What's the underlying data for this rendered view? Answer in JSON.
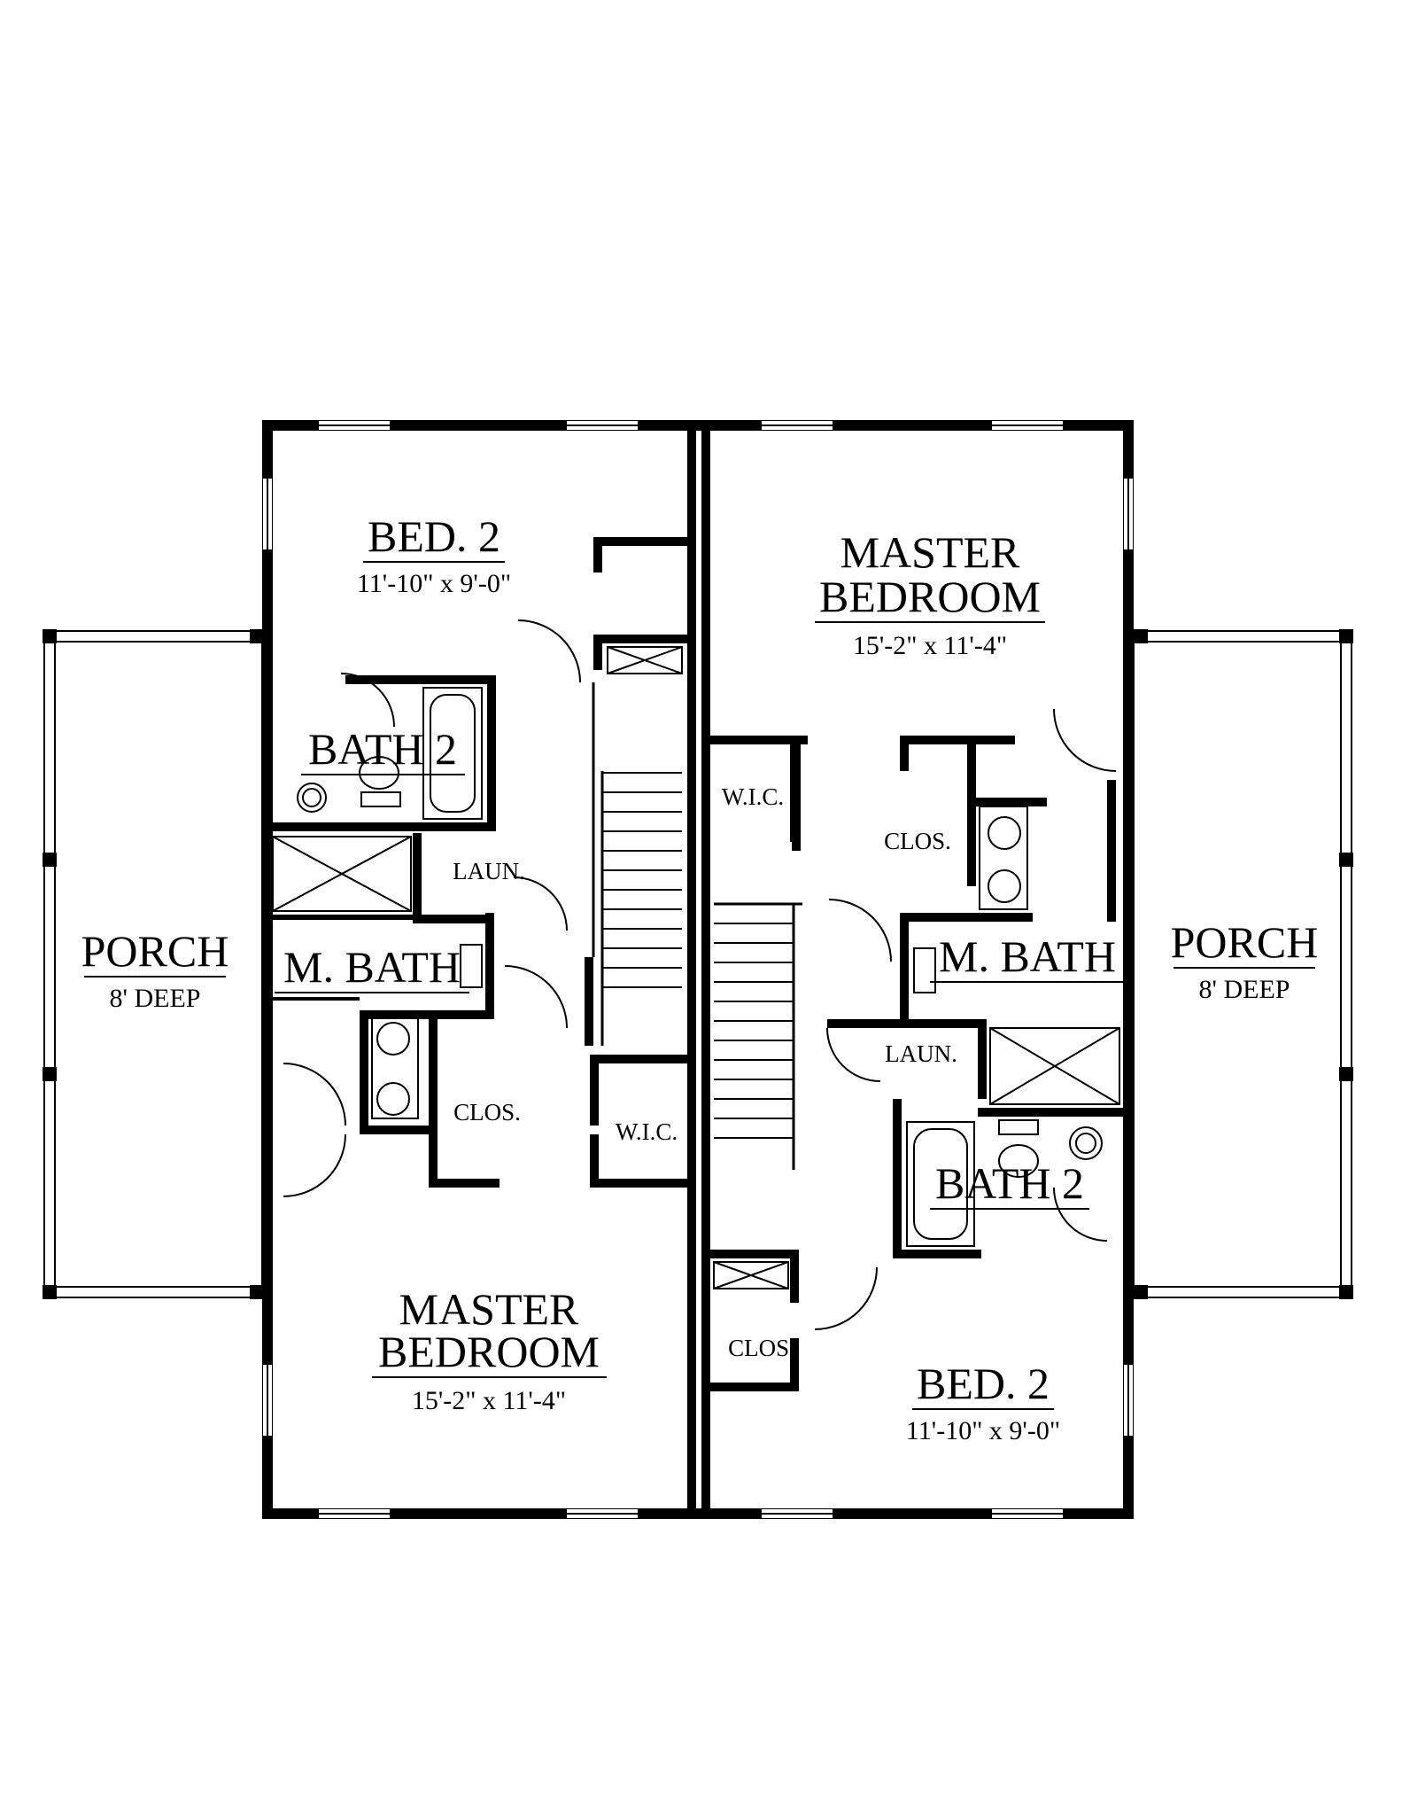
{
  "plan": {
    "units": [
      {
        "porch": {
          "name": "PORCH",
          "size": "8' DEEP"
        },
        "bed2": {
          "name": "BED. 2",
          "size": "11'-10\" x 9'-0\""
        },
        "bath2": {
          "name": "BATH 2"
        },
        "laundry": {
          "name": "LAUN."
        },
        "master_bath": {
          "name": "M. BATH"
        },
        "closet": {
          "name": "CLOS."
        },
        "wic": {
          "name": "W.I.C."
        },
        "master_bedroom": {
          "name_line1": "MASTER",
          "name_line2": "BEDROOM",
          "size": "15'-2\" x 11'-4\""
        }
      },
      {
        "porch": {
          "name": "PORCH",
          "size": "8' DEEP"
        },
        "bed2": {
          "name": "BED. 2",
          "size": "11'-10\" x 9'-0\""
        },
        "bath2": {
          "name": "BATH 2"
        },
        "laundry": {
          "name": "LAUN."
        },
        "master_bath": {
          "name": "M. BATH"
        },
        "closet_upper": {
          "name": "CLOS."
        },
        "closet_lower": {
          "name": "CLOS."
        },
        "wic": {
          "name": "W.I.C."
        },
        "master_bedroom": {
          "name_line1": "MASTER",
          "name_line2": "BEDROOM",
          "size": "15'-2\" x 11'-4\""
        }
      }
    ]
  }
}
